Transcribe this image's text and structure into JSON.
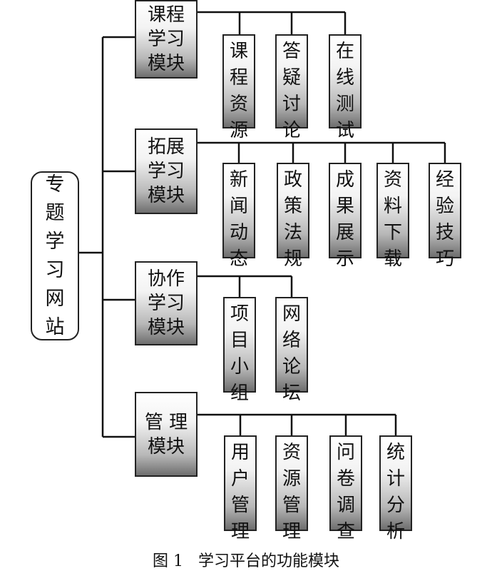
{
  "root": {
    "label": "专题学习网站"
  },
  "modules": [
    {
      "id": "course",
      "label": "课程学习模块",
      "children": [
        "课程资源",
        "答疑讨论",
        "在线测试"
      ]
    },
    {
      "id": "expand",
      "label": "拓展学习模块",
      "children": [
        "新闻动态",
        "政策法规",
        "成果展示",
        "资料下载",
        "经验技巧"
      ]
    },
    {
      "id": "collab",
      "label": "协作学习模块",
      "children": [
        "项目小组",
        "网络论坛"
      ]
    },
    {
      "id": "manage",
      "label": "管理模块",
      "label_display": "管 理 模块",
      "children": [
        "用户管理",
        "资源管理",
        "问卷调查",
        "统计分析"
      ]
    }
  ],
  "caption": {
    "figure_no": "图 1",
    "title": "学习平台的功能模块"
  }
}
